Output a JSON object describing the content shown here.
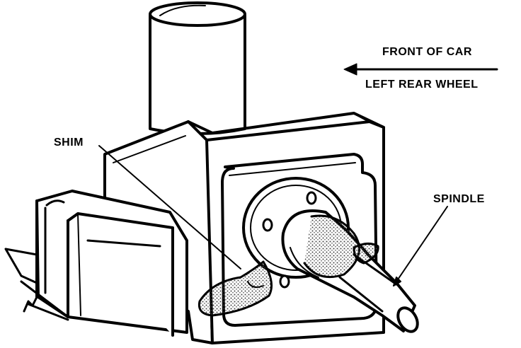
{
  "labels": {
    "front_of_car": "FRONT OF CAR",
    "left_rear_wheel": "LEFT REAR WHEEL",
    "shim": "SHIM",
    "spindle": "SPINDLE"
  },
  "colors": {
    "ink": "#000000",
    "paper": "#ffffff",
    "shim_fill": "#6a6a6a",
    "stipple": "#9a9a9a"
  }
}
